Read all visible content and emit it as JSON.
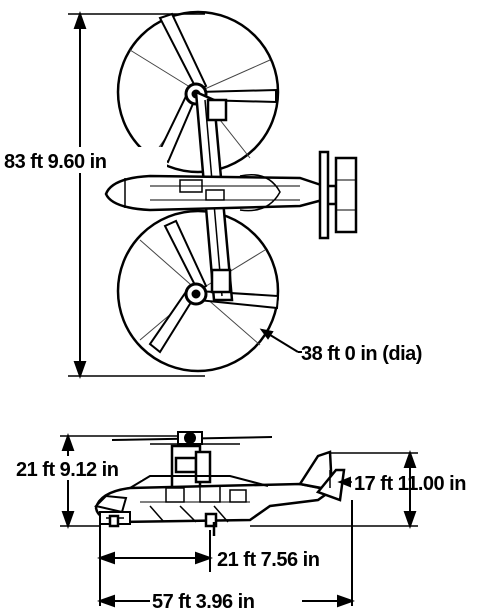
{
  "colors": {
    "ink": "#000000",
    "paper": "#ffffff"
  },
  "top_view": {
    "span_label": "83 ft 9.60 in",
    "rotor_diameter_label": "38 ft 0 in (dia)"
  },
  "side_view": {
    "height_overall_label": "21 ft 9.12 in",
    "height_tail_label": "17 ft 11.00 in",
    "nose_to_rotor_label": "21 ft 7.56 in",
    "length_label": "57 ft 3.96 in"
  }
}
